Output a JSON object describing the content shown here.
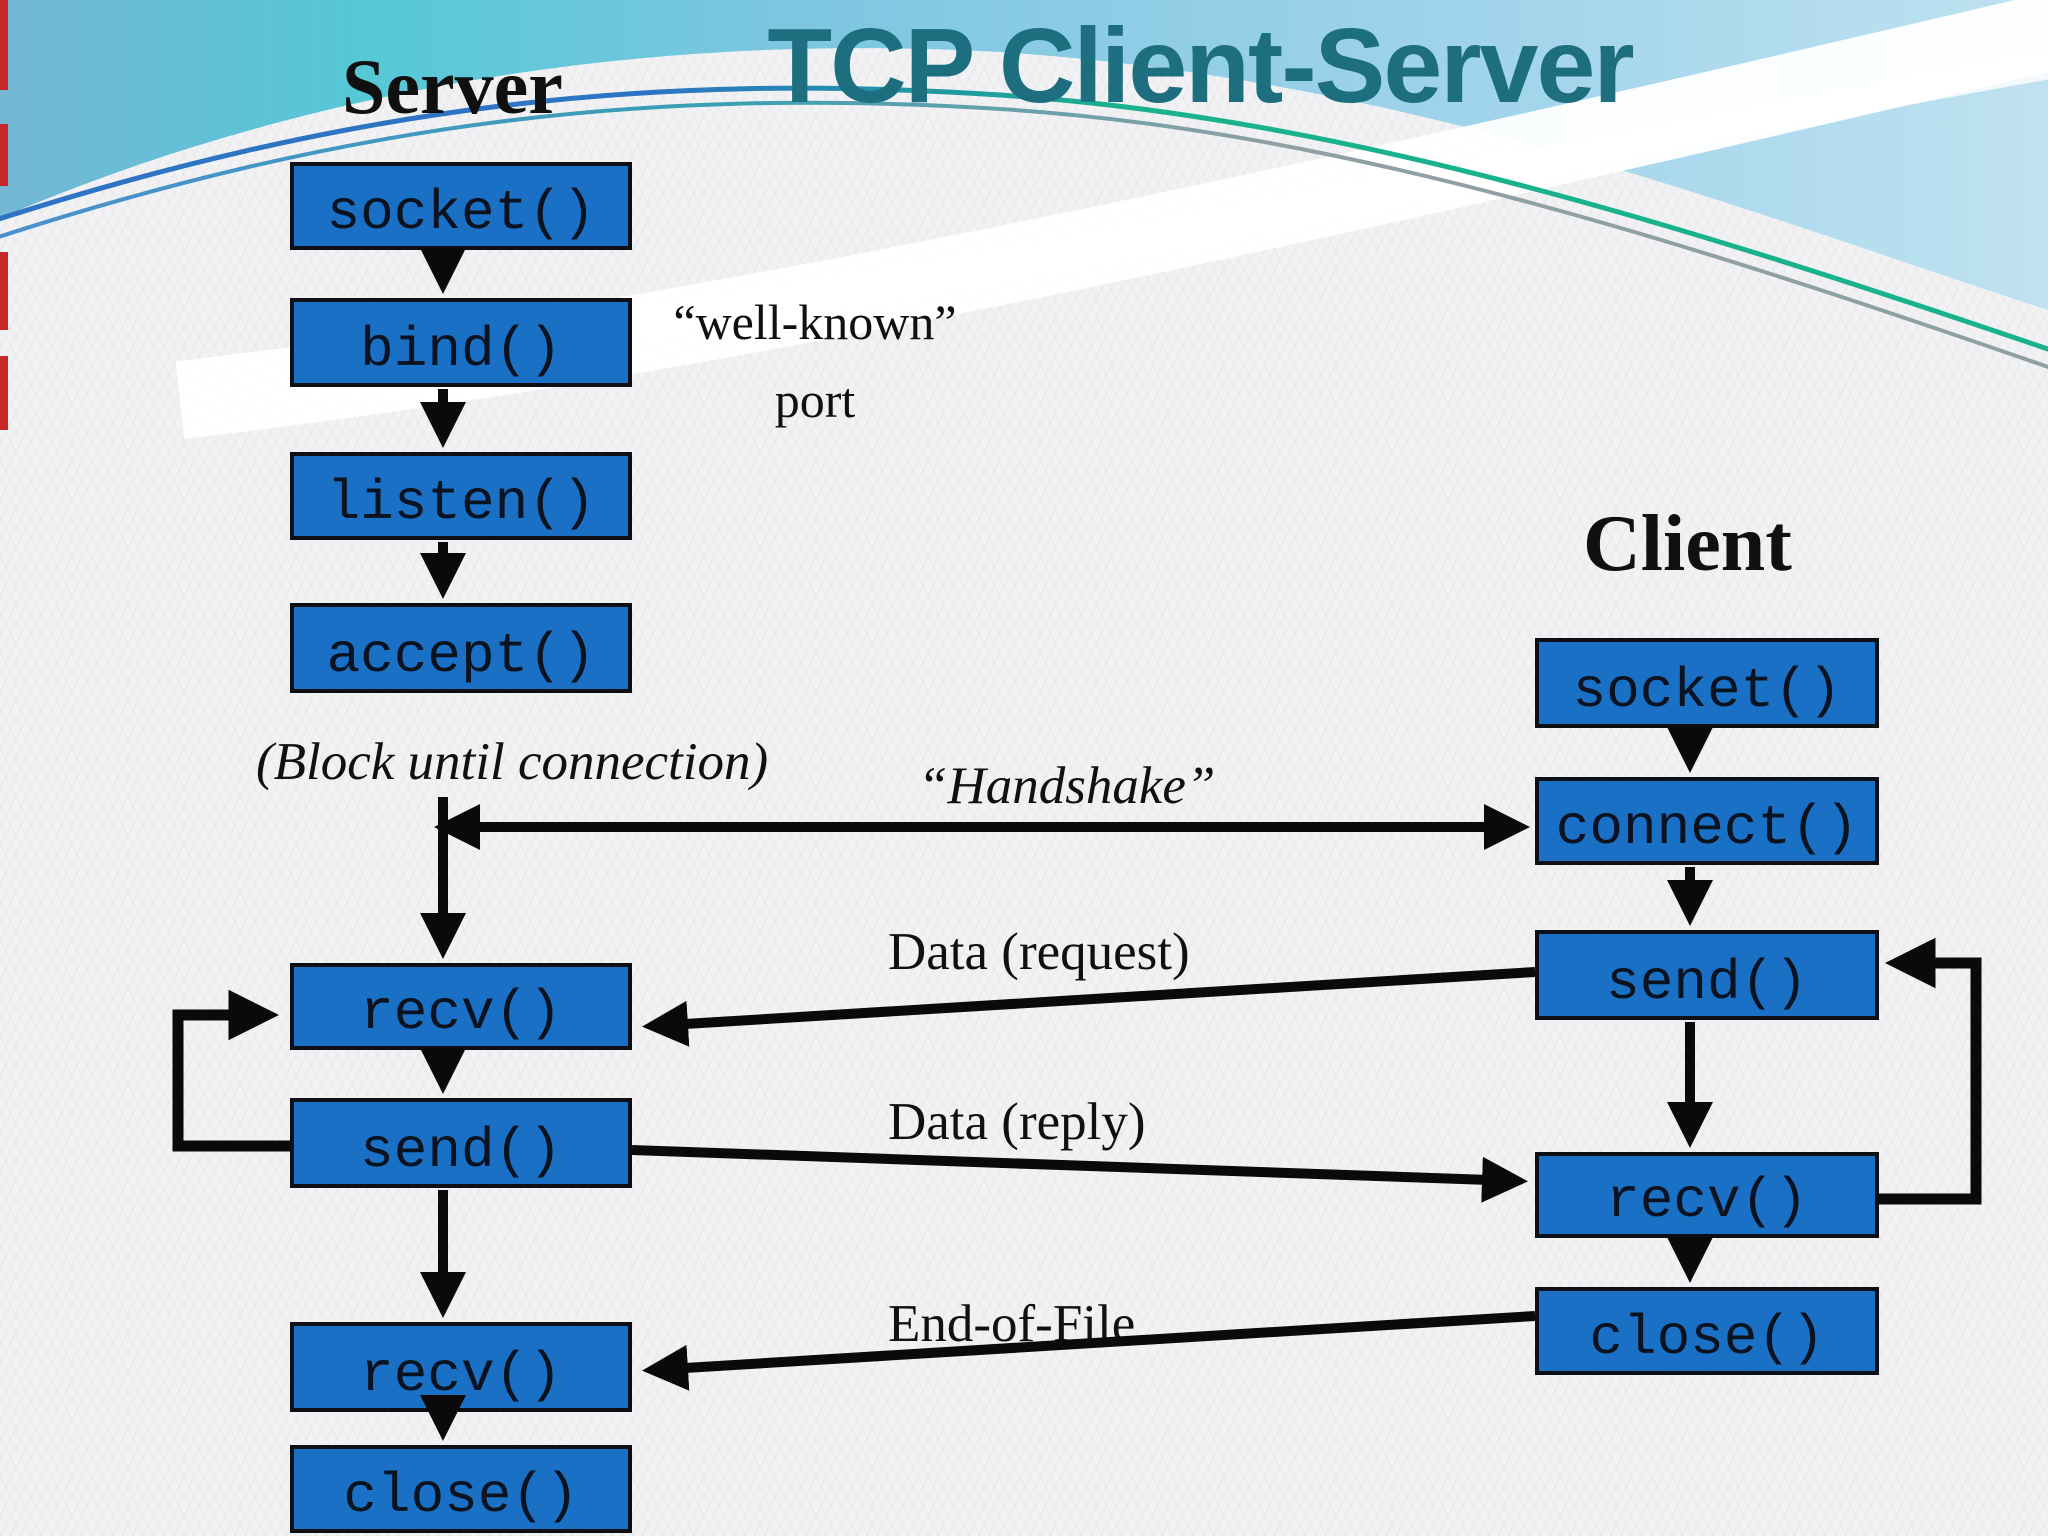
{
  "slide": {
    "title": "TCP Client-Server",
    "server": {
      "heading": "Server",
      "boxes": [
        "socket()",
        "bind()",
        "listen()",
        "accept()",
        "recv()",
        "send()",
        "recv()",
        "close()"
      ]
    },
    "client": {
      "heading": "Client",
      "boxes": [
        "socket()",
        "connect()",
        "send()",
        "recv()",
        "close()"
      ]
    },
    "annotations": {
      "well_known_line1": "“well-known”",
      "well_known_line2": "port",
      "block_until": "(Block until connection)",
      "handshake": "“Handshake”",
      "data_request": "Data (request)",
      "data_reply": "Data (reply)",
      "end_of_file": "End-of-File"
    },
    "colors": {
      "box_fill": "#1a70c4",
      "box_border": "#0c1014",
      "title_teal": "#1d6f80",
      "wave_teal_left": "#4dd0d7",
      "wave_blue_right": "#9ed3ea",
      "accent_line_blue": "#2d74c4",
      "accent_line_green": "#19b28c",
      "accent_line_gray": "#8fa0a4",
      "arrow_black": "#0a0a0a",
      "background": "#f2f2f4",
      "edge_red": "#c62828"
    }
  }
}
